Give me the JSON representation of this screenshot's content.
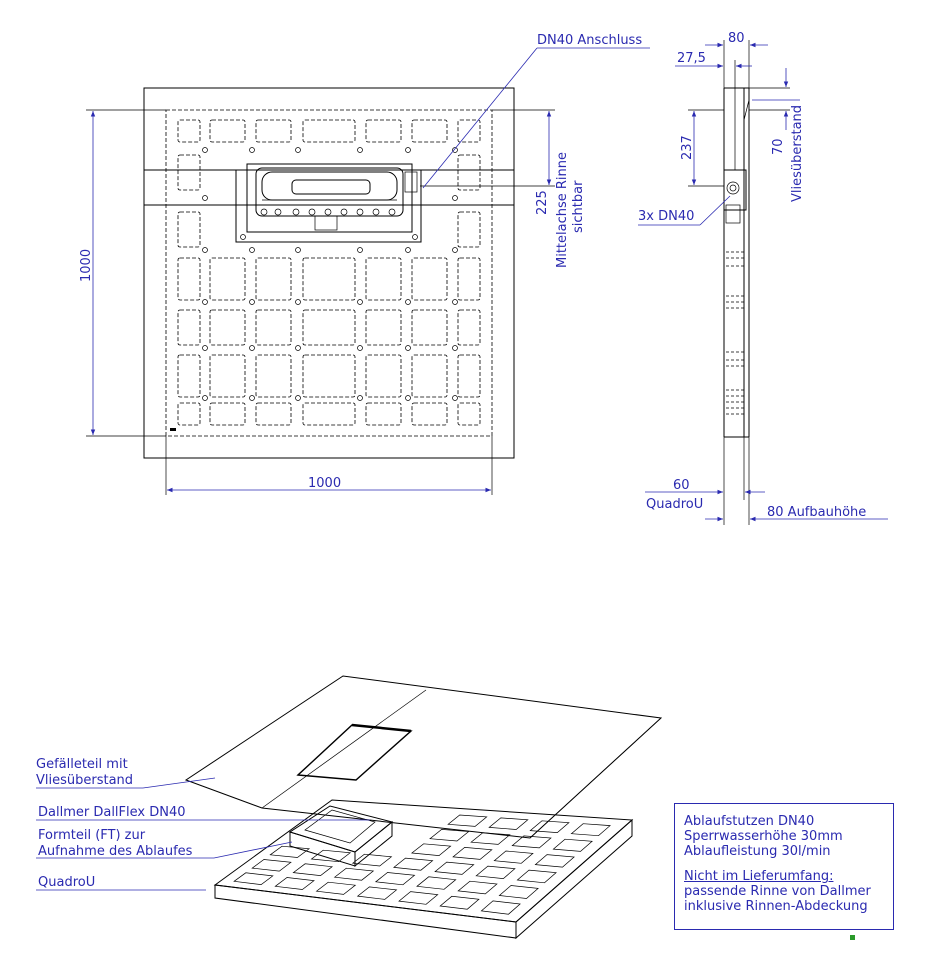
{
  "top_view": {
    "dim_width": "1000",
    "dim_height": "1000",
    "dim_225": "225",
    "label_dn40_anschluss": "DN40 Anschluss",
    "label_mittelachse": "Mittelachse Rinne",
    "label_sichtbar": "sichtbar"
  },
  "side_view": {
    "dim_80_top": "80",
    "dim_27_5": "27,5",
    "dim_237": "237",
    "dim_70": "70",
    "label_3x_dn40": "3x DN40",
    "label_vliesueberstand": "Vliesüberstand",
    "dim_60": "60",
    "label_quadrou": "QuadroU",
    "label_80_aufbauhoehe": "80 Aufbauhöhe"
  },
  "iso_view": {
    "label_gefaelleteil_1": "Gefälleteil mit",
    "label_gefaelleteil_2": "Vliesüberstand",
    "label_dallmer": "Dallmer DallFlex DN40",
    "label_formteil_1": "Formteil (FT) zur",
    "label_formteil_2": "Aufnahme des Ablaufes",
    "label_quadrou": "QuadroU"
  },
  "info_box": {
    "line1": "Ablaufstutzen DN40",
    "line2": "Sperrwasserhöhe 30mm",
    "line3": "Ablaufleistung 30l/min",
    "note_heading": "Nicht im Lieferumfang:",
    "note_line1": "passende Rinne von Dallmer",
    "note_line2": "inklusive Rinnen-Abdeckung"
  },
  "colors": {
    "dimension": "#2a2ab0",
    "drawing": "#000000"
  }
}
